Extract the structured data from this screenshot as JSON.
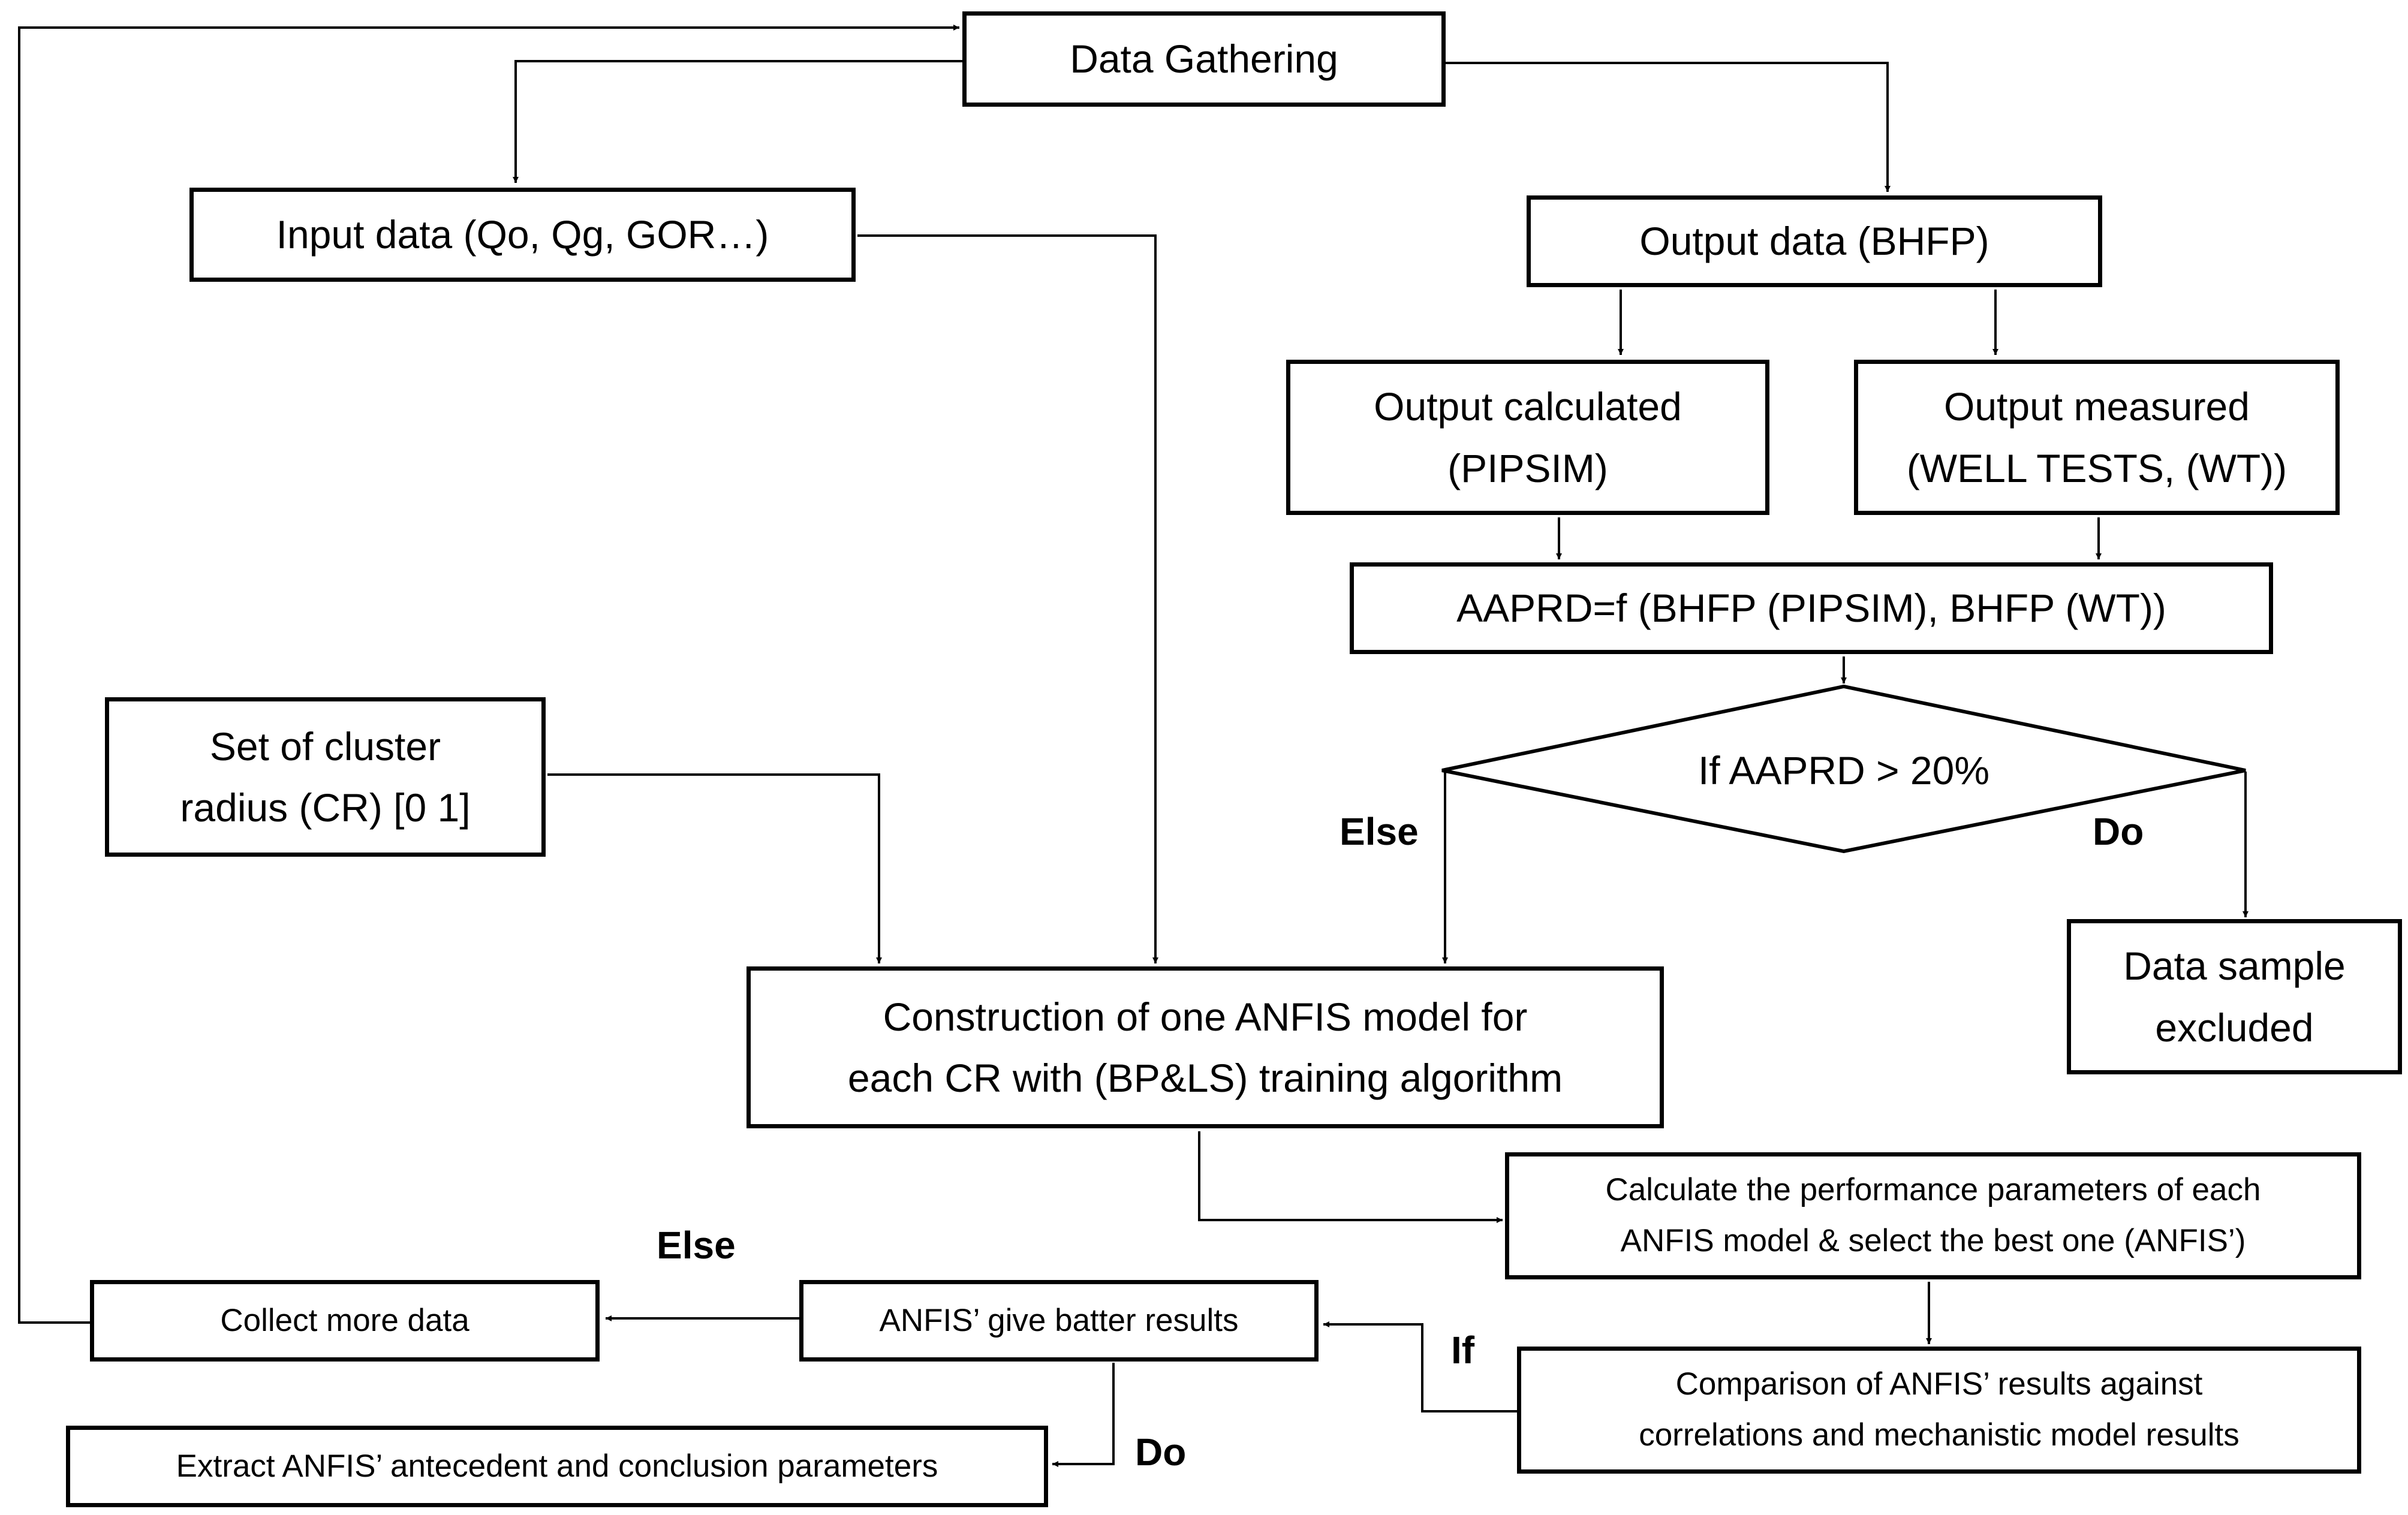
{
  "nodes": {
    "data_gathering": "Data Gathering",
    "input_data": "Input data (Qo, Qg, GOR…)",
    "output_data": "Output data (BHFP)",
    "output_calculated": "Output calculated\n(PIPSIM)",
    "output_measured": "Output measured\n(WELL TESTS, (WT))",
    "aaprd": "AAPRD=f (BHFP (PIPSIM), BHFP (WT))",
    "decision": "If AAPRD > 20%",
    "set_cluster": "Set of cluster\nradius (CR) [0 1]",
    "data_excluded": "Data sample\nexcluded",
    "construction": "Construction of one ANFIS model for\neach CR with (BP&LS) training algorithm",
    "calculate_perf": "Calculate the performance parameters of each\nANFIS model & select the best one (ANFIS’)",
    "collect_more": "Collect more data",
    "anfis_better": "ANFIS’ give batter results",
    "comparison": "Comparison of ANFIS’ results against\ncorrelations and mechanistic model results",
    "extract": "Extract ANFIS’ antecedent and conclusion parameters"
  },
  "labels": {
    "else_decision": "Else",
    "do_decision": "Do",
    "else_results": "Else",
    "if_comparison": "If",
    "do_results": "Do"
  }
}
